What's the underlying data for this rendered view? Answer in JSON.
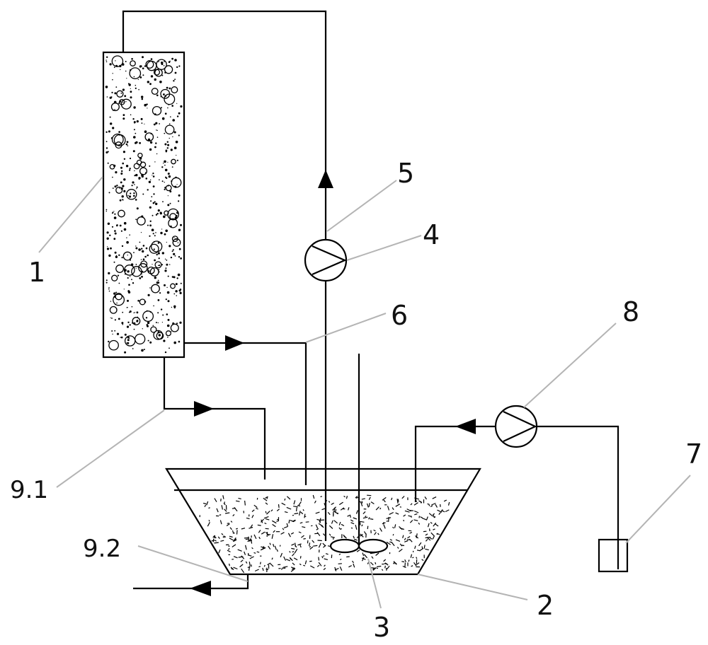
{
  "labels": {
    "l1": "1",
    "l2": "2",
    "l3": "3",
    "l4": "4",
    "l5": "5",
    "l6": "6",
    "l7": "7",
    "l8": "8",
    "l91": "9.1",
    "l92": "9.2"
  },
  "colors": {
    "line": "#000000",
    "leader": "#b4b4b4",
    "background": "#ffffff"
  }
}
